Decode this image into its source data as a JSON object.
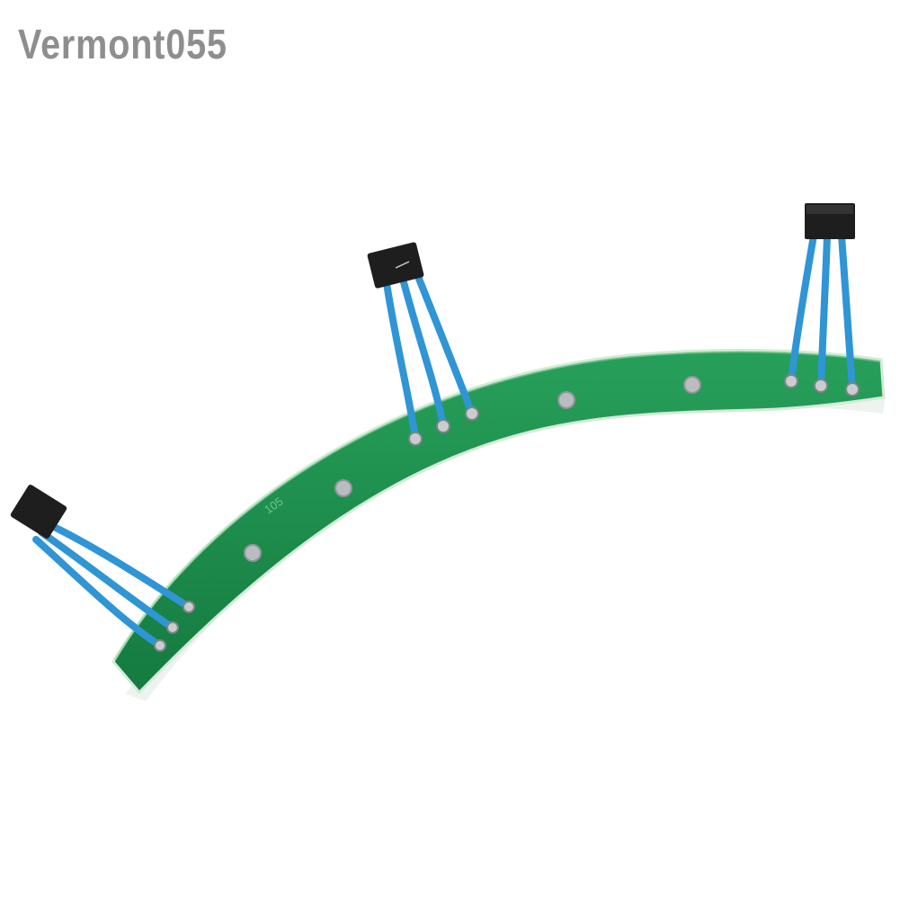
{
  "watermark": {
    "text": "Vermont055"
  },
  "product": {
    "silkscreen_label": "105",
    "colors": {
      "background": "#ffffff",
      "pcb_green": "#1f8f4e",
      "pcb_edge": "#cfe8cf",
      "wire_blue": "#2f95d4",
      "sensor_black": "#1e1e1e",
      "solder": "#b9bdc0",
      "watermark": "#8e8e8e"
    },
    "sensors": [
      {
        "name": "hall-sensor-left"
      },
      {
        "name": "hall-sensor-middle"
      },
      {
        "name": "hall-sensor-right"
      }
    ]
  }
}
